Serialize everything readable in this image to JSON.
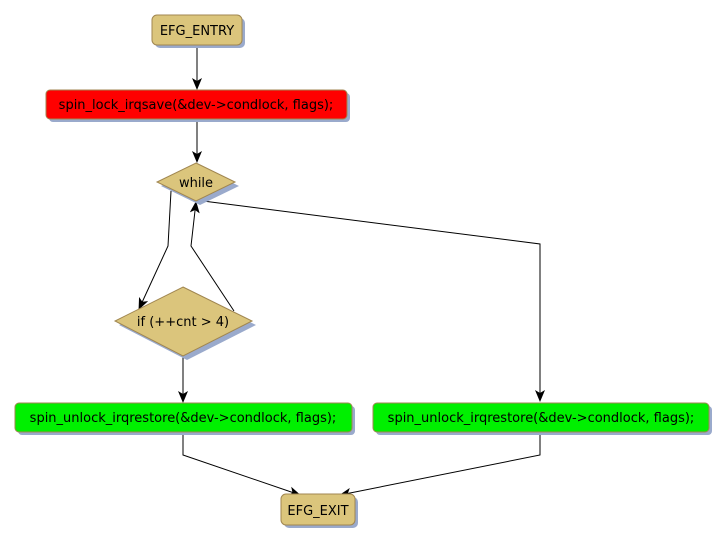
{
  "diagram": {
    "type": "control-flow-graph",
    "colors": {
      "terminal": "#dbc57c",
      "lock": "#ff0000",
      "unlock": "#00f000",
      "decision": "#dbc57c",
      "border": "#a08650",
      "shadow": "#9aaacc",
      "edge": "#000000"
    },
    "nodes": {
      "entry": {
        "label": "EFG_ENTRY",
        "kind": "terminal"
      },
      "lock": {
        "label": "spin_lock_irqsave(&dev->condlock, flags);",
        "kind": "lock"
      },
      "while": {
        "label": "while",
        "kind": "decision"
      },
      "if": {
        "label": "if (++cnt > 4)",
        "kind": "decision"
      },
      "unlock_left": {
        "label": "spin_unlock_irqrestore(&dev->condlock, flags);",
        "kind": "unlock"
      },
      "unlock_right": {
        "label": "spin_unlock_irqrestore(&dev->condlock, flags);",
        "kind": "unlock"
      },
      "exit": {
        "label": "EFG_EXIT",
        "kind": "terminal"
      }
    },
    "edges": [
      {
        "from": "entry",
        "to": "lock"
      },
      {
        "from": "lock",
        "to": "while"
      },
      {
        "from": "while",
        "to": "if"
      },
      {
        "from": "if",
        "to": "while"
      },
      {
        "from": "while",
        "to": "unlock_right"
      },
      {
        "from": "if",
        "to": "unlock_left"
      },
      {
        "from": "unlock_left",
        "to": "exit"
      },
      {
        "from": "unlock_right",
        "to": "exit"
      }
    ]
  }
}
